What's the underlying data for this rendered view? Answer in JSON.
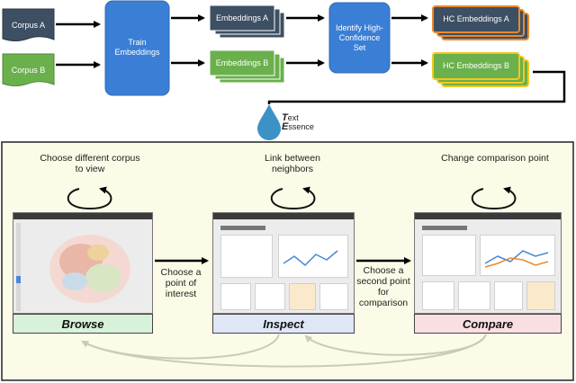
{
  "pipeline": {
    "corpus_a": "Corpus A",
    "corpus_b": "Corpus B",
    "train": "Train Embeddings",
    "emb_a": "Embeddings A",
    "emb_b": "Embeddings B",
    "identify": "Identify High-Confidence Set",
    "hc_a": "HC Embeddings A",
    "hc_b": "HC Embeddings B"
  },
  "logo": {
    "t_letter": "T",
    "t_rest": "ext",
    "e_letter": "E",
    "e_rest": "ssence"
  },
  "workflow": {
    "browse_loop": "Choose different corpus to view",
    "inspect_loop": "Link between neighbors",
    "compare_loop": "Change comparison point",
    "to_inspect": "Choose a point of interest",
    "to_compare": "Choose a second point for comparison",
    "browse": "Browse",
    "inspect": "Inspect",
    "compare": "Compare"
  },
  "colors": {
    "dark_slate": "#3d4f63",
    "green": "#6ab04c",
    "blue": "#3a7fd5",
    "orange_border": "#e98a2e",
    "yellow_border": "#f2c81e",
    "panel_bg": "#fbfbe7",
    "browse_bg": "#d7f2d8",
    "inspect_bg": "#dfe7f7",
    "compare_bg": "#fadfe2",
    "logo_drop": "#3c92c7"
  }
}
